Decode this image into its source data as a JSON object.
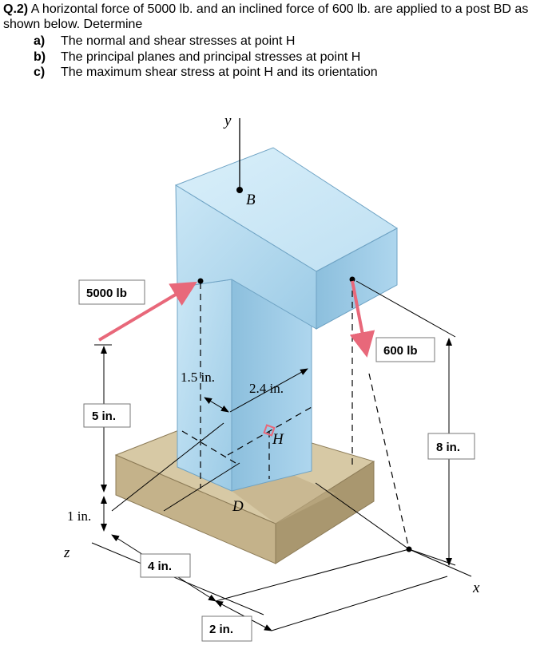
{
  "question": {
    "number": "Q.2)",
    "text": " A horizontal force of 5000 lb. and an inclined force of 600 lb. are applied to a post BD as shown below. Determine",
    "parts": [
      {
        "letter": "a)",
        "text": "The normal and shear stresses at point H"
      },
      {
        "letter": "b)",
        "text": "The principal planes and principal stresses at point H"
      },
      {
        "letter": "c)",
        "text": "The maximum shear stress at point H and its orientation"
      }
    ]
  },
  "figure": {
    "boxed_labels": {
      "force_horizontal": "5000 lb",
      "force_inclined": "600 lb",
      "dim_5in": "5 in.",
      "dim_8in": "8 in.",
      "dim_4in": "4 in.",
      "dim_2in": "2 in."
    },
    "serif_labels": {
      "dim_1_5in": "1.5 in.",
      "dim_2_4in": "2.4 in.",
      "dim_1in": "1 in."
    },
    "points": {
      "B": "B",
      "D": "D",
      "H": "H"
    },
    "axes": {
      "x": "x",
      "y": "y",
      "z": "z"
    },
    "colors": {
      "post_face_front": "#b7dcf0",
      "post_face_side": "#8fc3e0",
      "post_face_top": "#cde8f7",
      "base_top": "#d6c8a6",
      "base_side": "#b7a57e",
      "arrow": "#e8687a"
    }
  }
}
